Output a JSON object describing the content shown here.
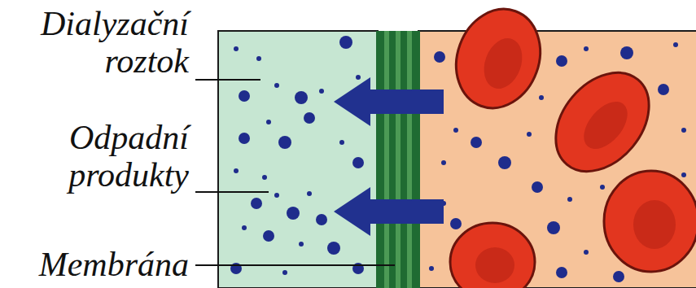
{
  "diagram": {
    "labels": [
      "Dialyzační roztok",
      "Odpadní produkty",
      "Membrána"
    ]
  }
}
